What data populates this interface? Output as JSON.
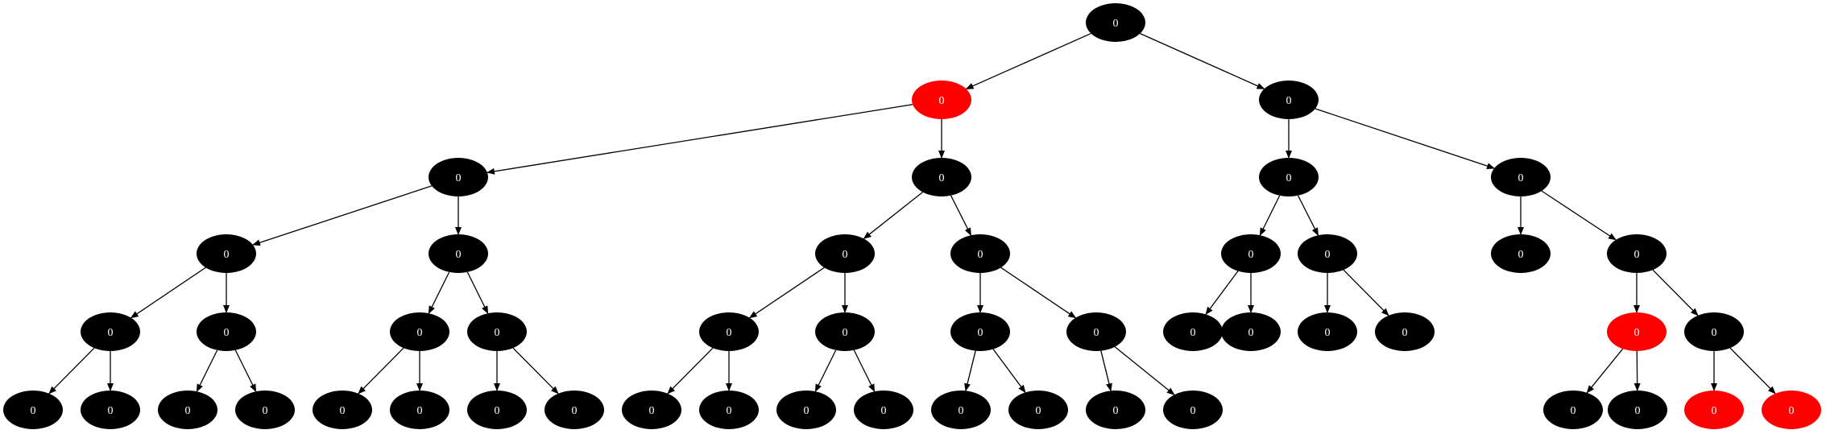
{
  "colors": {
    "black_node": "#000000",
    "red_node": "#ff0000",
    "edge": "#000000",
    "label": "#ffffff"
  },
  "nodes": [
    {
      "id": "n1",
      "label": "0",
      "color": "black"
    },
    {
      "id": "n2",
      "label": "0",
      "color": "red"
    },
    {
      "id": "n3",
      "label": "0",
      "color": "black"
    },
    {
      "id": "n4",
      "label": "0",
      "color": "black"
    },
    {
      "id": "n5",
      "label": "0",
      "color": "black"
    },
    {
      "id": "n6",
      "label": "0",
      "color": "black"
    },
    {
      "id": "n7",
      "label": "0",
      "color": "black"
    },
    {
      "id": "n8",
      "label": "0",
      "color": "black"
    },
    {
      "id": "n9",
      "label": "0",
      "color": "black"
    },
    {
      "id": "n10",
      "label": "0",
      "color": "black"
    },
    {
      "id": "n11",
      "label": "0",
      "color": "black"
    },
    {
      "id": "n12",
      "label": "0",
      "color": "black"
    },
    {
      "id": "n13",
      "label": "0",
      "color": "black"
    },
    {
      "id": "n14",
      "label": "0",
      "color": "black"
    },
    {
      "id": "n15",
      "label": "0",
      "color": "black"
    },
    {
      "id": "n16",
      "label": "0",
      "color": "black"
    },
    {
      "id": "n17",
      "label": "0",
      "color": "black"
    },
    {
      "id": "n18",
      "label": "0",
      "color": "black"
    },
    {
      "id": "n19",
      "label": "0",
      "color": "black"
    },
    {
      "id": "n20",
      "label": "0",
      "color": "black"
    },
    {
      "id": "n21",
      "label": "0",
      "color": "black"
    },
    {
      "id": "n22",
      "label": "0",
      "color": "black"
    },
    {
      "id": "n23",
      "label": "0",
      "color": "black"
    },
    {
      "id": "n24",
      "label": "0",
      "color": "black"
    },
    {
      "id": "n25",
      "label": "0",
      "color": "black"
    },
    {
      "id": "n26",
      "label": "0",
      "color": "black"
    },
    {
      "id": "n27",
      "label": "0",
      "color": "black"
    },
    {
      "id": "n28",
      "label": "0",
      "color": "red"
    },
    {
      "id": "n29",
      "label": "0",
      "color": "black"
    },
    {
      "id": "n30",
      "label": "0",
      "color": "black"
    },
    {
      "id": "n31",
      "label": "0",
      "color": "black"
    },
    {
      "id": "n32",
      "label": "0",
      "color": "black"
    },
    {
      "id": "n33",
      "label": "0",
      "color": "black"
    },
    {
      "id": "n34",
      "label": "0",
      "color": "black"
    },
    {
      "id": "n35",
      "label": "0",
      "color": "black"
    },
    {
      "id": "n36",
      "label": "0",
      "color": "black"
    },
    {
      "id": "n37",
      "label": "0",
      "color": "black"
    },
    {
      "id": "n38",
      "label": "0",
      "color": "black"
    },
    {
      "id": "n39",
      "label": "0",
      "color": "black"
    },
    {
      "id": "n40",
      "label": "0",
      "color": "black"
    },
    {
      "id": "n41",
      "label": "0",
      "color": "black"
    },
    {
      "id": "n42",
      "label": "0",
      "color": "black"
    },
    {
      "id": "n43",
      "label": "0",
      "color": "black"
    },
    {
      "id": "n44",
      "label": "0",
      "color": "black"
    },
    {
      "id": "n45",
      "label": "0",
      "color": "black"
    },
    {
      "id": "n46",
      "label": "0",
      "color": "black"
    },
    {
      "id": "n47",
      "label": "0",
      "color": "black"
    },
    {
      "id": "n48",
      "label": "0",
      "color": "black"
    },
    {
      "id": "n49",
      "label": "0",
      "color": "black"
    },
    {
      "id": "n50",
      "label": "0",
      "color": "black"
    },
    {
      "id": "n51",
      "label": "0",
      "color": "black"
    },
    {
      "id": "n52",
      "label": "0",
      "color": "black"
    },
    {
      "id": "n53",
      "label": "0",
      "color": "red"
    },
    {
      "id": "n54",
      "label": "0",
      "color": "red"
    }
  ],
  "edges": [
    [
      "n1",
      "n2"
    ],
    [
      "n1",
      "n3"
    ],
    [
      "n2",
      "n4"
    ],
    [
      "n2",
      "n5"
    ],
    [
      "n3",
      "n6"
    ],
    [
      "n3",
      "n7"
    ],
    [
      "n4",
      "n8"
    ],
    [
      "n4",
      "n9"
    ],
    [
      "n5",
      "n10"
    ],
    [
      "n5",
      "n11"
    ],
    [
      "n6",
      "n12"
    ],
    [
      "n6",
      "n13"
    ],
    [
      "n7",
      "n14"
    ],
    [
      "n7",
      "n15"
    ],
    [
      "n8",
      "n16"
    ],
    [
      "n8",
      "n17"
    ],
    [
      "n9",
      "n18"
    ],
    [
      "n9",
      "n19"
    ],
    [
      "n10",
      "n20"
    ],
    [
      "n10",
      "n21"
    ],
    [
      "n11",
      "n22"
    ],
    [
      "n11",
      "n23"
    ],
    [
      "n12",
      "n24"
    ],
    [
      "n12",
      "n25"
    ],
    [
      "n13",
      "n26"
    ],
    [
      "n13",
      "n27"
    ],
    [
      "n15",
      "n28"
    ],
    [
      "n15",
      "n29"
    ],
    [
      "n16",
      "n30"
    ],
    [
      "n16",
      "n31"
    ],
    [
      "n17",
      "n32"
    ],
    [
      "n17",
      "n33"
    ],
    [
      "n18",
      "n34"
    ],
    [
      "n18",
      "n35"
    ],
    [
      "n19",
      "n36"
    ],
    [
      "n19",
      "n37"
    ],
    [
      "n20",
      "n38"
    ],
    [
      "n20",
      "n39"
    ],
    [
      "n21",
      "n40"
    ],
    [
      "n21",
      "n41"
    ],
    [
      "n22",
      "n42"
    ],
    [
      "n22",
      "n43"
    ],
    [
      "n23",
      "n44"
    ],
    [
      "n23",
      "n45"
    ],
    [
      "n28",
      "n51"
    ],
    [
      "n28",
      "n52"
    ],
    [
      "n29",
      "n53"
    ],
    [
      "n29",
      "n54"
    ]
  ]
}
